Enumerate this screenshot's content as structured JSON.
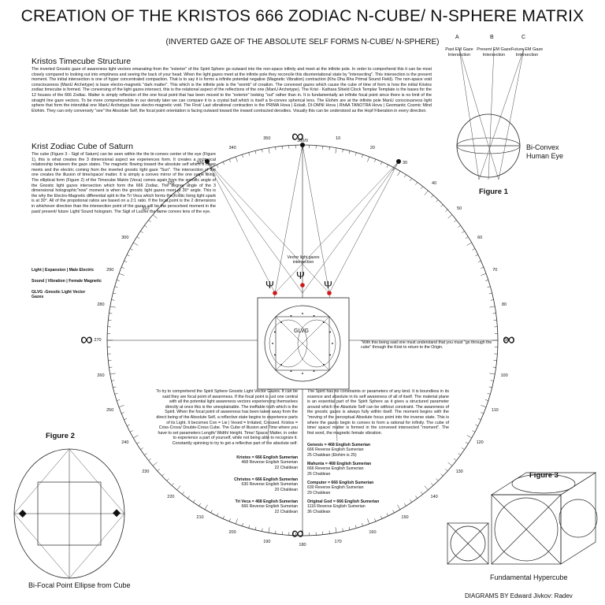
{
  "title": "CREATION OF THE KRISTOS 666 ZODIAC N-CUBE/ N-SPHERE MATRIX",
  "subtitle": "(INVERTED GAZE OF THE ABSOLUTE SELF FORMS N-CUBE/ N-SPHERE)",
  "timecube": {
    "heading": "Kristos Timecube Structure",
    "text": "The inverted Gnostic gaze of awareness light vectors emanating from the \"exterior\" of the Spirit Sphere go outward into the non-space infinity and meet at the infinite pole. In order to comprehend this it can be most closely compared to looking out into emptiness and seeing the back of your head. When the light gazes meet at the infinite pole they reconcile this disorientational state by \"intersecting\". This intersection is the present moment. The initial intersection is one of hyper concentrated compaction. That is to say it is forms a infinite potential negative (Magnetic Vibration) contraction (Khu Dha Rha Primal Sound Field). The non-space void consciousness (ManU Archetype) is base electro-magnetic \"dark matter\". This which is the infinite pole is the \"womb\" of creation. The convexed gazes which cause the cube of time of form is how the initial Kristos zodiac timecube is formed. The conversing of the light gazes intersect, this is the relational aspect of the reflections of the one (ManU Archetype). The Krist - Kathara Shield Clock Templar Template is the bases for the 12 houses of the 666 Zodiac. Matter is simply reflection of the one focal point that has been moved to the \"exterior\" looking \"out\" rather than in. It is fundamentally an infinite focal point since there is no limit of the straight line gaze vectors. To be more comprehensible in our density later we can compare it to a crystal ball which is itself a bi-convex spherical lens. The Elohim are at the infinite pole ManU consciousness light sphere that form the interstitial one ManU Archetype base electro-magnetic void. The First/ Last vibrational contraction is the PRIMA Hova | Eckalt, DI-OMNI Hova | RhAA TANOTRA Hova | Geomantic Cosmic Mind Elohim. They can only conversely \"see\" the Absolute Self, the focal point orientation is facing outward toward the inward contracted densities. Visually this can be understood as the Hopf Fiberation in every direction."
  },
  "saturn": {
    "heading": "Krist Zodiac Cube of Saturn",
    "text": "The cube (Figure 3 - Sigil of Saturn) can be seen within the the bi-convex center of the eye (Figure 1), this is what creates the 3 dimensional aspect we experiences form. It creates a reciprocal relationship between the gaze states. The magnetic flowing toward the absolute self which it never meets and the electric coming from the inverted gnostic light gaze \"Sun\". The intersection of the one creates the illusion of time/space/ matter. It is simply a convex mirror of the one same thing. The elliptical form (Figure 2) of the Timecube Matrix (Veca) comes again from the specific angle of the Gnostic light gazes intersection which form the 666 Zodiac. The degree angle of the 3 dimensional holographic\"now\" moment is when the gnostic light gazes meet at 30° angle. This is the why the Electro-Magnetic differential split in the Tri Veca which forms the Kristic living light spark is at 30°. All of the propotional ratios are based on a 2:1 ratio. If the focal point is the 2 dimensions in whichever direction than the intersection point of the gazes will be the perscelved moment in the past/ present/ future Light/ Sound hologram. The Sigil of Lucifer the same convex lens of the eye."
  },
  "legend": {
    "line1": "Light | Expansion | Male Electric",
    "line2": "Sound | Vibration | Female Magnetic",
    "line3": "GLVG -Gnostic Light Vector Gazes"
  },
  "dial": {
    "top": "360/0",
    "labels": [
      "10",
      "20",
      "30",
      "40",
      "50",
      "60",
      "70",
      "80",
      "90",
      "100",
      "110",
      "120",
      "130",
      "140",
      "150",
      "160",
      "170",
      "180",
      "190",
      "200",
      "210",
      "220",
      "230",
      "240",
      "250",
      "260",
      "270",
      "280",
      "290",
      "300",
      "310",
      "320",
      "330",
      "340",
      "350"
    ],
    "infinity": "∞",
    "intersection": "Vector light gazes intersection",
    "glvg": "GLVG",
    "psi": "Ψ"
  },
  "note": "\"With this being said one must understand that you must \"go through the cube\" through the Krist to return to the Origin.",
  "fig1": {
    "a": "A",
    "b": "B",
    "c": "C",
    "past": "Past EM Gaze Intersection",
    "present": "Present EM Gaze Intersection",
    "future": "Future EM Gaze Intersection",
    "label": "Bi-Convex Human Eye",
    "caption": "Figure 1"
  },
  "center_left": {
    "text": "To try to comprehend the Spirit Sphere Gnostic Light Vector Gazes. It can be said they are focal point of awareness. If the focal point is just one central with all the potential light awareness vectors experiencing themselves directly at once this is the unexplainable. The ineffable truth which is the Spirit. When the focal point of awareness has been taken away from the direct being of the Absolute Self, a reflective state begins to experience parts of its Light. It becomes Con = Lie | Vexed = Irritated, Crossed. Kristos = Criss-Cross/ Double-Cross Cube. The Cube of Illusion and Time where you have to set parameters Length/ Width/ Height. Time/ Space/ Matter, in order to experience a part of yourself, while not being able to recognize it. Constantly spinning to try to get a reflective part of the absolute self.",
    "g1": [
      "Kristos = 666 English Sumerian",
      "468 Reverse English Sumerian",
      "22 Chaldean"
    ],
    "g2": [
      "Christos = 666 English Sumerian",
      "630 Reverse English Sumerian",
      "20 Chaldean"
    ],
    "g3": [
      "Tri Veca = 468 English Sumerian",
      "666 Reverse English Sumerian",
      "22 Chaldean"
    ]
  },
  "center_right": {
    "text": "The Spirit has no constraints or parameters of any kind. It is boundless in its essence and absolute in its self awareness of all of itself. The material plane is an essential part of the Spirit Sphere as it gives a structured parameter around which the Absolute Self can be without constraint. The awareness of the gnostic gazes is always fully within itself. The moment begins with the \"moving of the perceptual Absolute focus point into the inverse state. This is where the gazes begin to convex to form a rational for infinity. The cube of time/ space/ matter is formed in the convexed intersected \"moment\". The first word, the magnetic female vibration.",
    "g1": [
      "Genesis = 468 English Sumerian",
      "666 Reverse English Sumerian",
      "25 Chaldean (Elohim is 25)"
    ],
    "g2": [
      "Mahunta = 468 English Sumerian",
      "666 Reverse English Sumerian",
      "26 Chaldean"
    ],
    "g3": [
      "Computer = 666 English Sumerian",
      "630 Reverse English Sumerian",
      "29 Chaldean"
    ],
    "g4": [
      "Original God = 666 English Sumerian",
      "1116 Reverse English Sumerian",
      "36 Chaldean"
    ]
  },
  "fig2": {
    "caption": "Figure 2",
    "label": "Bi-Focal Point Ellipse from Cube"
  },
  "fig3": {
    "caption": "Figure 3",
    "label": "Fundamental Hypercube"
  },
  "credit": "DIAGRAMS BY Edward Jivkov: Radev"
}
